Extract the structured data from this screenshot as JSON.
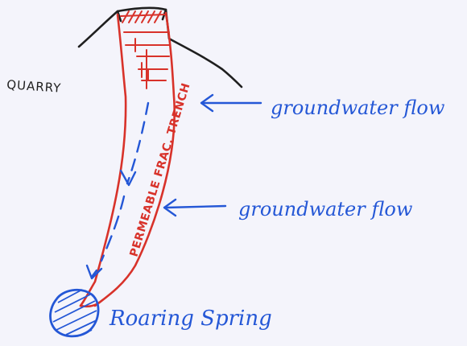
{
  "labels": {
    "quarry": "QUARRY",
    "flow_upper": "groundwater flow",
    "flow_lower": "groundwater flow",
    "trench": "PERMEABLE FRAC. TRENCH",
    "spring": "Roaring Spring"
  },
  "colors": {
    "paper": "#f4f4fb",
    "ink_black": "#1f1f1f",
    "ink_red": "#d8322a",
    "ink_blue": "#2457d6"
  }
}
